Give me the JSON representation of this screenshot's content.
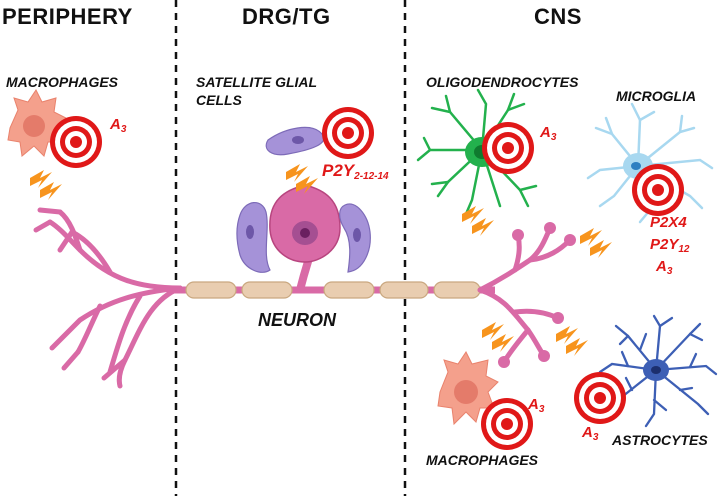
{
  "headers": {
    "periphery": "PERIPHERY",
    "drg": "DRG/TG",
    "cns": "CNS"
  },
  "labels": {
    "macrophages_top": "MACROPHAGES",
    "satellite_line1": "SATELLITE GLIAL",
    "satellite_line2": "CELLS",
    "oligodendrocytes": "OLIGODENDROCYTES",
    "microglia": "MICROGLIA",
    "neuron": "NEURON",
    "macrophages_bottom": "MACROPHAGES",
    "astrocytes": "ASTROCYTES"
  },
  "receptors": {
    "macro_top": {
      "base": "A",
      "sub": "3"
    },
    "satellite": {
      "base": "P2Y",
      "sub": "2-12-14"
    },
    "oligo": {
      "base": "A",
      "sub": "3"
    },
    "microglia_1": {
      "base": "P2X4",
      "sub": ""
    },
    "microglia_2": {
      "base": "P2Y",
      "sub": "12"
    },
    "microglia_3": {
      "base": "A",
      "sub": "3"
    },
    "macro_bottom": {
      "base": "A",
      "sub": "3"
    },
    "astro": {
      "base": "A",
      "sub": "3"
    }
  },
  "colors": {
    "target_red": "#e01818",
    "neuron_pink": "#d96aa6",
    "neuron_dark": "#b8457f",
    "myelin": "#e9cdb0",
    "satellite_purple": "#a592d8",
    "oligo_green": "#23b14d",
    "microglia_blue": "#a8d8f0",
    "astro_blue": "#3d5fb5",
    "macrophage_salmon": "#f4a08c",
    "bolt_orange": "#f7941d"
  },
  "icons": [
    "target-icon",
    "lightning-icon",
    "neuron-icon",
    "macrophage-icon",
    "oligodendrocyte-icon",
    "microglia-icon",
    "astrocyte-icon",
    "satellite-glial-cell-icon"
  ]
}
